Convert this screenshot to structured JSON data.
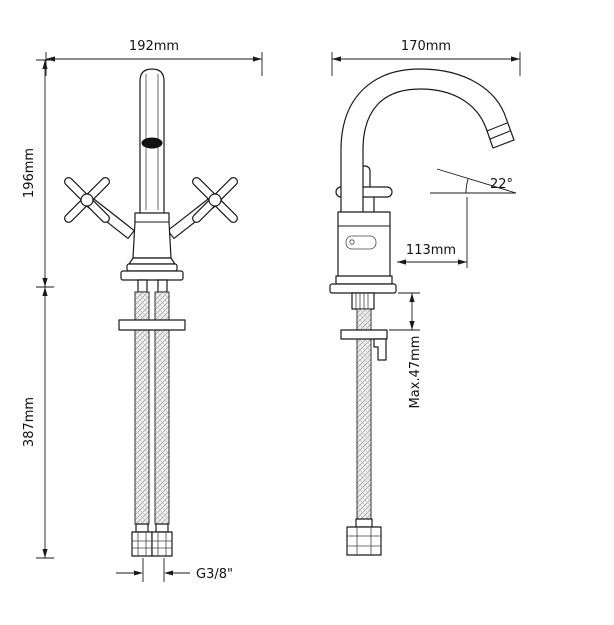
{
  "page": {
    "background": "#ffffff",
    "line_color": "#1a1a1a"
  },
  "front_view": {
    "dim_width": "192mm",
    "dim_height_upper": "196mm",
    "dim_hose_length": "387mm",
    "dim_thread": "G3/8\""
  },
  "side_view": {
    "dim_depth": "170mm",
    "dim_spout_angle": "22°",
    "dim_spout_reach": "113mm",
    "dim_max_counter": "Max.47mm"
  }
}
